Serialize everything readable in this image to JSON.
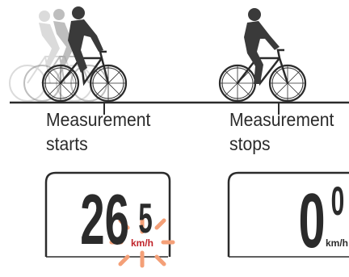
{
  "captions": {
    "start_line1": "Measurement",
    "start_line2": "starts",
    "stop_line1": "Measurement",
    "stop_line2": "stops"
  },
  "display_left": {
    "speed_main": "26",
    "speed_decimal": "5",
    "unit": "km/h",
    "state": "flashing"
  },
  "display_right": {
    "speed_main": "0",
    "speed_decimal": "0",
    "unit": "km/h",
    "state": "steady"
  },
  "colors": {
    "ink": "#2b2b2b",
    "unit_red": "#c0242a",
    "flash_orange": "#f4a078",
    "ghost": "#c8c8c8"
  }
}
